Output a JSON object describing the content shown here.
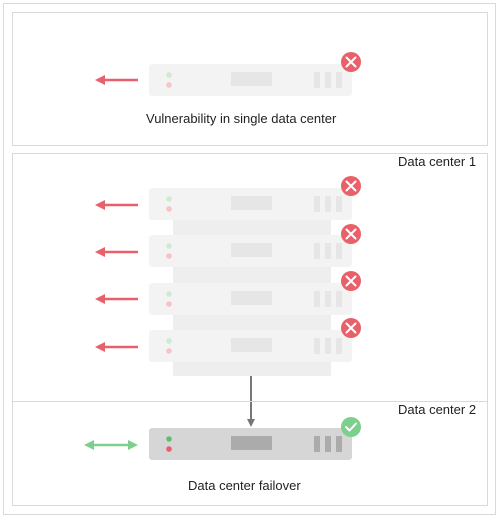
{
  "panels": {
    "single": {
      "caption": "Vulnerability in single data center",
      "server_status": "fail-icon"
    },
    "dc1": {
      "label": "Data center 1",
      "servers": [
        {
          "status": "fail-icon"
        },
        {
          "status": "fail-icon"
        },
        {
          "status": "fail-icon"
        },
        {
          "status": "fail-icon"
        }
      ]
    },
    "dc2": {
      "label": "Data center 2",
      "caption": "Data center failover",
      "server_status": "ok-icon"
    }
  },
  "colors": {
    "outline": "#d9d9d9",
    "server_light": "#f3f3f3",
    "server_dark": "#d6d6d6",
    "fail": "#e8606a",
    "ok": "#7ccf8c",
    "arrow_gray": "#777777"
  }
}
